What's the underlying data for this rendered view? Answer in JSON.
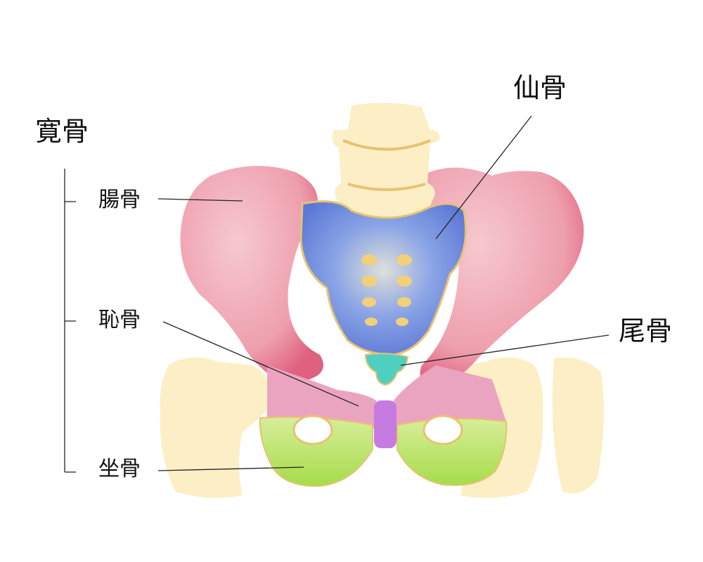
{
  "labels": {
    "hip_bone": "寛骨",
    "ilium": "腸骨",
    "pubis": "恥骨",
    "ischium": "坐骨",
    "sacrum": "仙骨",
    "coccyx": "尾骨"
  },
  "colors": {
    "ilium": "#e98ea0",
    "sacrum": "#6f8de0",
    "vertebra": "#fcefc6",
    "femur": "#fcefc6",
    "ischium": "#b9e26a",
    "symphysis": "#c57be0",
    "coccyx": "#4fcfc0",
    "outline": "#e8c270"
  }
}
